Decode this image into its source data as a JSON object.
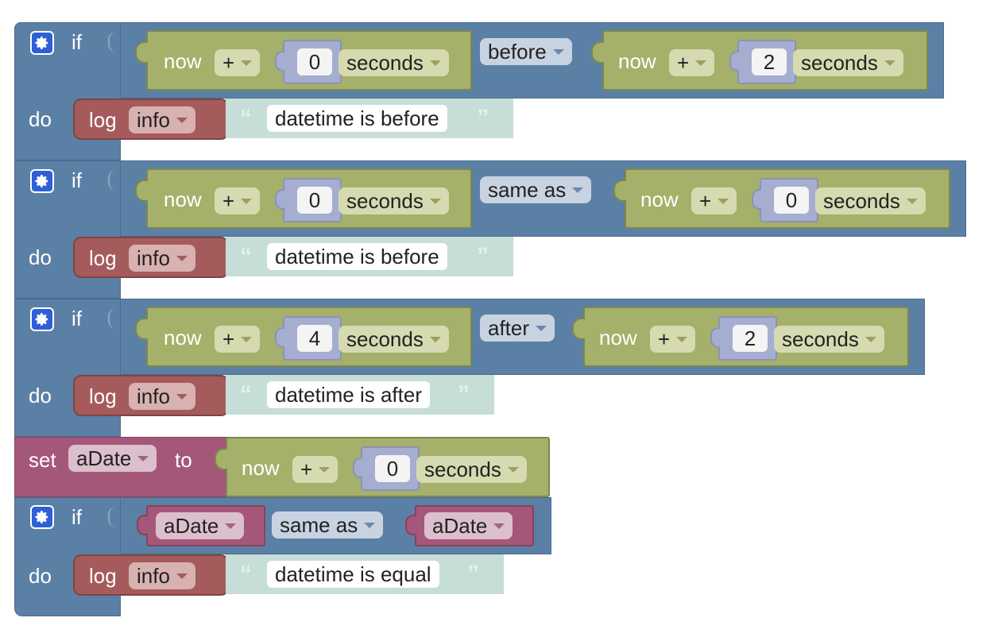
{
  "blocks": {
    "if1": {
      "if_label": "if",
      "do_label": "do",
      "left": {
        "now": "now",
        "op": "+",
        "amount": "0",
        "unit": "seconds"
      },
      "compare": "before",
      "right": {
        "now": "now",
        "op": "+",
        "amount": "2",
        "unit": "seconds"
      },
      "log": {
        "label": "log",
        "level": "info",
        "text": "datetime is before"
      }
    },
    "if2": {
      "if_label": "if",
      "do_label": "do",
      "left": {
        "now": "now",
        "op": "+",
        "amount": "0",
        "unit": "seconds"
      },
      "compare": "same as",
      "right": {
        "now": "now",
        "op": "+",
        "amount": "0",
        "unit": "seconds"
      },
      "log": {
        "label": "log",
        "level": "info",
        "text": "datetime is before"
      }
    },
    "if3": {
      "if_label": "if",
      "do_label": "do",
      "left": {
        "now": "now",
        "op": "+",
        "amount": "4",
        "unit": "seconds"
      },
      "compare": "after",
      "right": {
        "now": "now",
        "op": "+",
        "amount": "2",
        "unit": "seconds"
      },
      "log": {
        "label": "log",
        "level": "info",
        "text": "datetime is after"
      }
    },
    "set1": {
      "set_label": "set",
      "variable": "aDate",
      "to_label": "to",
      "value": {
        "now": "now",
        "op": "+",
        "amount": "0",
        "unit": "seconds"
      }
    },
    "if4": {
      "if_label": "if",
      "do_label": "do",
      "left_var": "aDate",
      "compare": "same as",
      "right_var": "aDate",
      "log": {
        "label": "log",
        "level": "info",
        "text": "datetime is equal"
      }
    }
  },
  "icons": {
    "gear": "gear-icon",
    "quote_open": "quote-open-icon",
    "quote_close": "quote-close-icon",
    "dropdown": "dropdown-arrow-icon"
  },
  "colors": {
    "logic": "#5b80a5",
    "date": "#a5b06a",
    "math": "#a5aed0",
    "log": "#a55b5b",
    "text": "#c6ddd8",
    "variable": "#a5577a",
    "mutator": "#2f5fd8"
  }
}
